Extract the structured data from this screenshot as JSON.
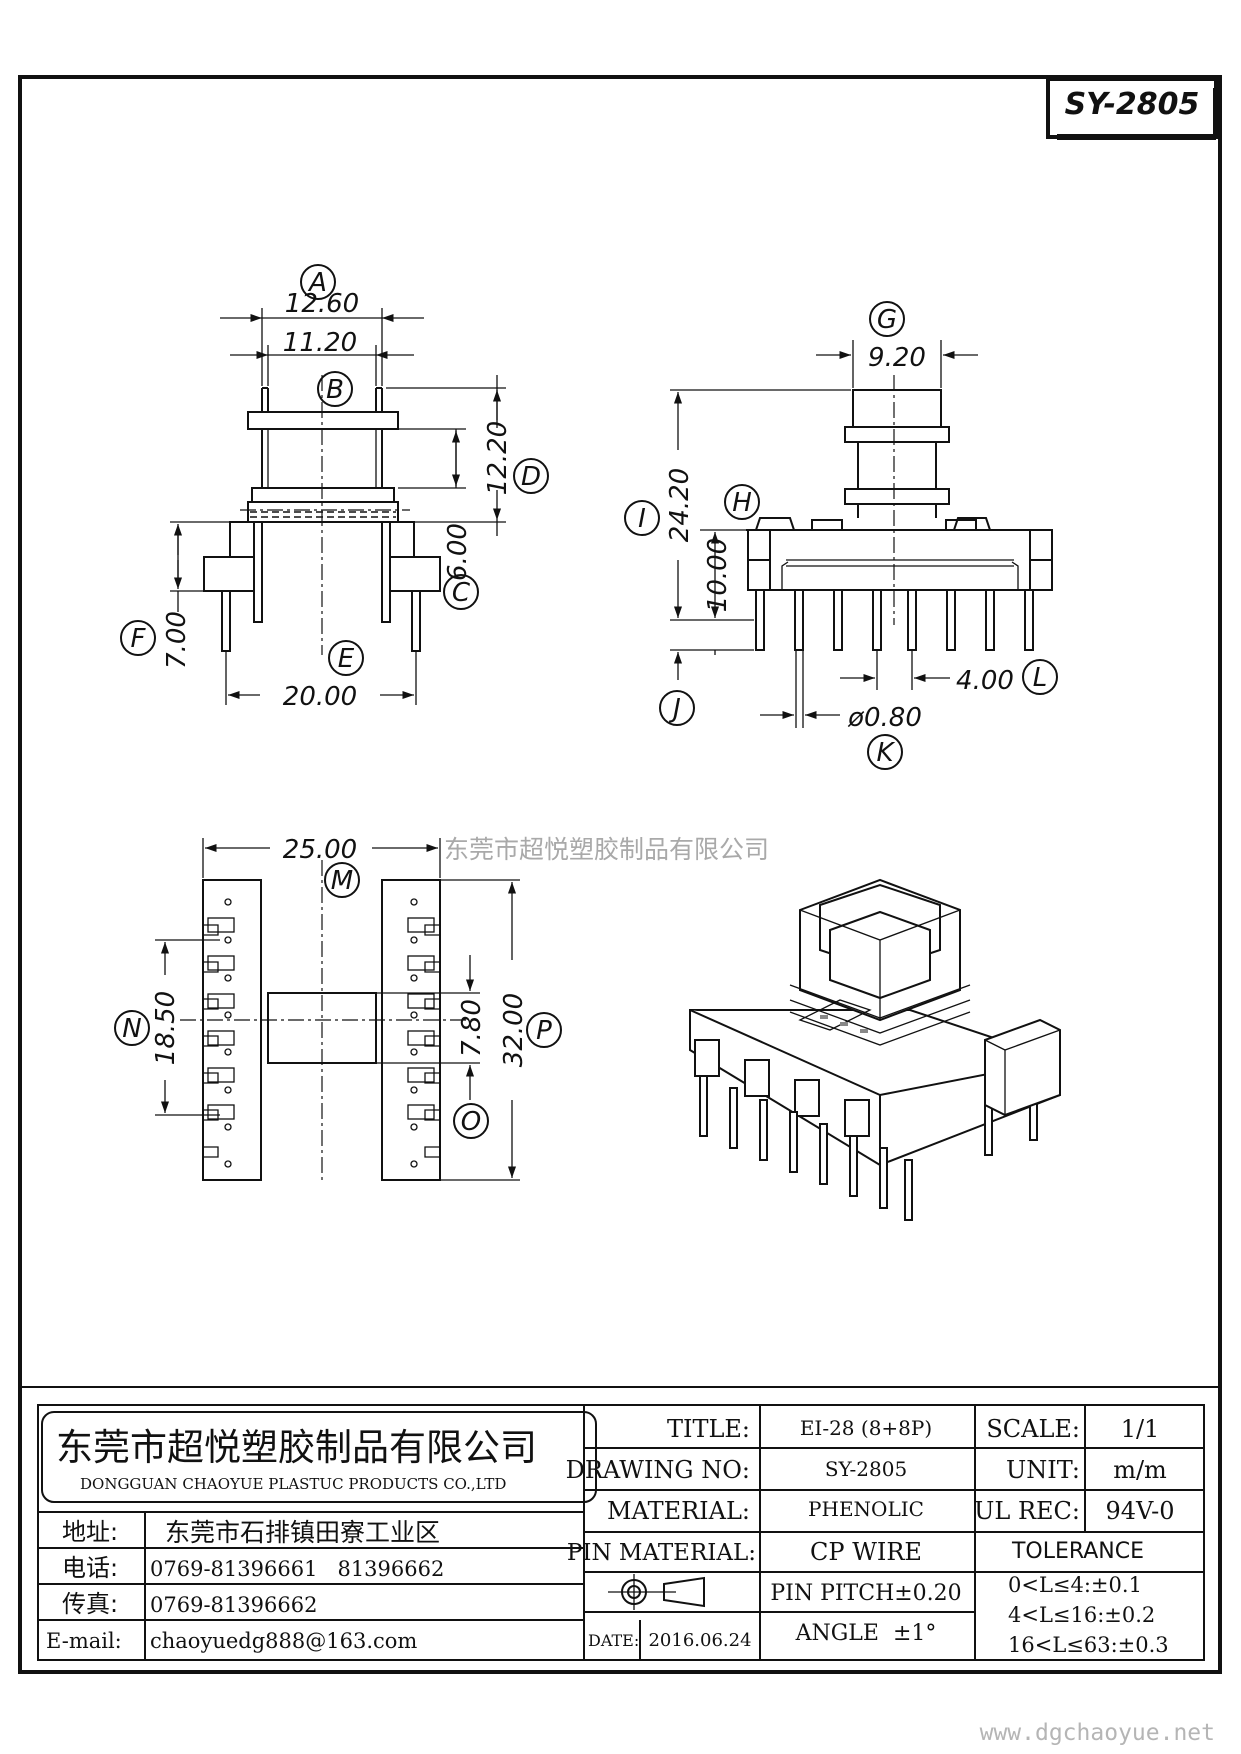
{
  "part_number": "SY-2805",
  "watermark_center": "东莞市超悦塑胶制品有限公司",
  "watermark_url": "www.dgchaoyue.net",
  "dimensions": {
    "A": "12.60",
    "B": "11.20",
    "C": "6.00",
    "D": "12.20",
    "E": "20.00",
    "F": "7.00",
    "G": "9.20",
    "H": "10.00",
    "I": "24.20",
    "K": "ø0.80",
    "L": "4.00",
    "M": "25.00",
    "N": "18.50",
    "O": "7.80",
    "P": "32.00"
  },
  "dimension_letters": [
    "A",
    "B",
    "C",
    "D",
    "E",
    "F",
    "G",
    "H",
    "I",
    "J",
    "K",
    "L",
    "M",
    "N",
    "O",
    "P"
  ],
  "company": {
    "name_cn": "东莞市超悦塑胶制品有限公司",
    "name_en": "DONGGUAN CHAOYUE PLASTUC PRODUCTS CO.,LTD",
    "address_label": "地址:",
    "address": "东莞市石排镇田寮工业区",
    "phone_label": "电话:",
    "phone": "0769-81396661   81396662",
    "fax_label": "传真:",
    "fax": "0769-81396662",
    "email_label": "E-mail:",
    "email": "chaoyuedg888@163.com"
  },
  "title_block": {
    "title_label": "TITLE:",
    "title": "EI-28 (8+8P)",
    "drawing_no_label": "DRAWING NO:",
    "drawing_no": "SY-2805",
    "material_label": "MATERIAL:",
    "material": "PHENOLIC",
    "pin_material_label": "PIN MATERIAL:",
    "pin_material": "CP WIRE",
    "pin_pitch": "PIN PITCH±0.20",
    "angle": "ANGLE  ±1°",
    "date_label": "DATE:",
    "date": "2016.06.24",
    "scale_label": "SCALE:",
    "scale": "1/1",
    "unit_label": "UNIT:",
    "unit": "m/m",
    "ul_label": "UL REC:",
    "ul": "94V-0",
    "tolerance_label": "TOLERANCE",
    "tolerances": [
      "0<L≤4:±0.1",
      "4<L≤16:±0.2",
      "16<L≤63:±0.3"
    ]
  }
}
